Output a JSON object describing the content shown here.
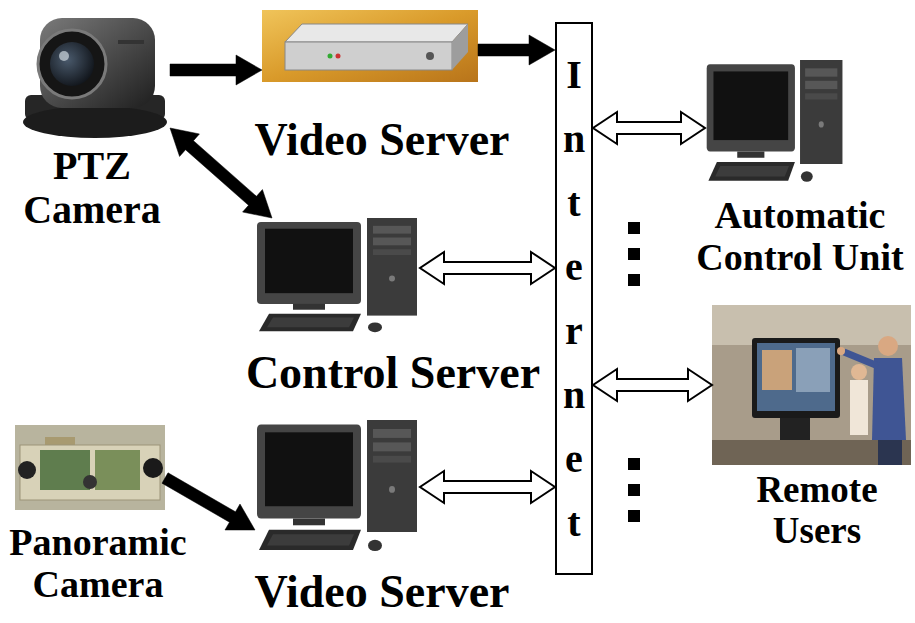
{
  "diagram": {
    "nodes": [
      {
        "text": [
          "PTZ Camera"
        ]
      },
      {
        "text": [
          "Video Server"
        ]
      },
      {
        "text": [
          "Internet"
        ]
      },
      {
        "text": [
          "Automatic Control Unit"
        ]
      },
      {
        "text": [
          "Control Server"
        ]
      },
      {
        "text": [
          "Remote Users"
        ]
      },
      {
        "text": [
          "Panoramic Camera"
        ]
      },
      {
        "text": [
          "Video Server"
        ]
      }
    ],
    "edges": [
      {
        "from": 0,
        "to": 1,
        "arrow": "to"
      },
      {
        "from": 1,
        "to": 2,
        "arrow": "to"
      },
      {
        "from": 0,
        "to": 4,
        "arrow": "both"
      },
      {
        "from": 4,
        "to": 2,
        "arrow": "both"
      },
      {
        "from": 2,
        "to": 3,
        "arrow": "both"
      },
      {
        "from": 2,
        "to": 5,
        "arrow": "both"
      },
      {
        "from": 6,
        "to": 7,
        "arrow": "to"
      },
      {
        "from": 7,
        "to": 2,
        "arrow": "both"
      }
    ]
  }
}
